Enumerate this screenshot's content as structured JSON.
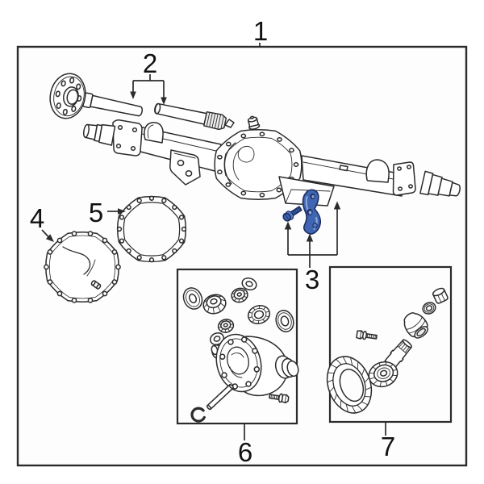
{
  "palette": {
    "page-bg": "#ffffff",
    "panel-bg": "#fdfdfd",
    "line": "#2b2b2b",
    "label": "#111111",
    "part-fill": "#ffffff",
    "shade": "#ebebeb",
    "highlight-fill": "#4066b2",
    "highlight-mid": "#5b7fc7",
    "highlight-light": "#8ea8dc",
    "highlight-dark": "#1b2c5f"
  },
  "callouts": {
    "c1": {
      "label": "1"
    },
    "c2": {
      "label": "2"
    },
    "c3": {
      "label": "3"
    },
    "c4": {
      "label": "4"
    },
    "c5": {
      "label": "5"
    },
    "c6": {
      "label": "6"
    },
    "c7": {
      "label": "7"
    }
  }
}
